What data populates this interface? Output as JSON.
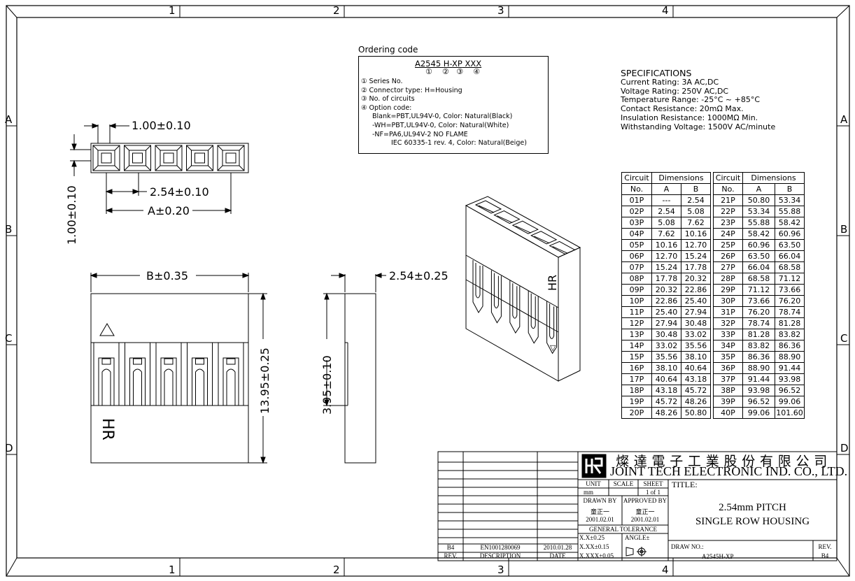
{
  "zones": {
    "columns": [
      "1",
      "2",
      "3",
      "4"
    ],
    "rows": [
      "A",
      "B",
      "C",
      "D"
    ]
  },
  "dimensions": {
    "pin_width": "1.00±0.10",
    "pin_height": "1.00±0.10",
    "pitch": "2.54±0.10",
    "dim_a": "A±0.20",
    "dim_b": "B±0.35",
    "side_width": "2.54±0.25",
    "height": "13.95±0.25",
    "lower_height": "3.95±0.10"
  },
  "housing_marks": {
    "triangle": "△",
    "hr": "HR",
    "hr_3d": "HR",
    "triangle_3d": "▽"
  },
  "ordering": {
    "title": "Ordering code",
    "code_parts": [
      "A2545",
      "H",
      "-",
      "XP",
      "XXX"
    ],
    "markers": [
      "①",
      "②",
      "③",
      "④"
    ],
    "lines": [
      "① Series No.",
      "② Connector type: H=Housing",
      "③ No. of circuits",
      "④ Option code:",
      "Blank=PBT,UL94V-0, Color: Natural(Black)",
      "-WH=PBT,UL94V-0, Color: Natural(White)",
      "-NF=PA6,UL94V-2 NO FLAME",
      "IEC 60335-1 rev. 4, Color: Natural(Beige)"
    ]
  },
  "specifications": {
    "title": "SPECIFICATIONS",
    "lines": [
      "Current Rating: 3A AC,DC",
      "Voltage Rating: 250V AC,DC",
      "Temperature Range: -25°C ~ +85°C",
      "Contact Resistance: 20mΩ Max.",
      "Insulation Resistance: 1000MΩ Min.",
      "Withstanding Voltage: 1500V AC/minute"
    ]
  },
  "dim_table": {
    "header": [
      "Circuit",
      "Dimensions",
      "Circuit",
      "Dimensions"
    ],
    "subheader": [
      "No.",
      "A",
      "B",
      "No.",
      "A",
      "B"
    ],
    "rows": [
      [
        "01P",
        "---",
        "2.54",
        "21P",
        "50.80",
        "53.34"
      ],
      [
        "02P",
        "2.54",
        "5.08",
        "22P",
        "53.34",
        "55.88"
      ],
      [
        "03P",
        "5.08",
        "7.62",
        "23P",
        "55.88",
        "58.42"
      ],
      [
        "04P",
        "7.62",
        "10.16",
        "24P",
        "58.42",
        "60.96"
      ],
      [
        "05P",
        "10.16",
        "12.70",
        "25P",
        "60.96",
        "63.50"
      ],
      [
        "06P",
        "12.70",
        "15.24",
        "26P",
        "63.50",
        "66.04"
      ],
      [
        "07P",
        "15.24",
        "17.78",
        "27P",
        "66.04",
        "68.58"
      ],
      [
        "08P",
        "17.78",
        "20.32",
        "28P",
        "68.58",
        "71.12"
      ],
      [
        "09P",
        "20.32",
        "22.86",
        "29P",
        "71.12",
        "73.66"
      ],
      [
        "10P",
        "22.86",
        "25.40",
        "30P",
        "73.66",
        "76.20"
      ],
      [
        "11P",
        "25.40",
        "27.94",
        "31P",
        "76.20",
        "78.74"
      ],
      [
        "12P",
        "27.94",
        "30.48",
        "32P",
        "78.74",
        "81.28"
      ],
      [
        "13P",
        "30.48",
        "33.02",
        "33P",
        "81.28",
        "83.82"
      ],
      [
        "14P",
        "33.02",
        "35.56",
        "34P",
        "83.82",
        "86.36"
      ],
      [
        "15P",
        "35.56",
        "38.10",
        "35P",
        "86.36",
        "88.90"
      ],
      [
        "16P",
        "38.10",
        "40.64",
        "36P",
        "88.90",
        "91.44"
      ],
      [
        "17P",
        "40.64",
        "43.18",
        "37P",
        "91.44",
        "93.98"
      ],
      [
        "18P",
        "43.18",
        "45.72",
        "38P",
        "93.98",
        "96.52"
      ],
      [
        "19P",
        "45.72",
        "48.26",
        "39P",
        "96.52",
        "99.06"
      ],
      [
        "20P",
        "48.26",
        "50.80",
        "40P",
        "99.06",
        "101.60"
      ]
    ]
  },
  "title_block": {
    "company_cn": "燦 達 電 子 工 業 股 份 有 限 公 司",
    "company_en": "JOINT TECH ELECTRONIC IND. CO., LTD.",
    "unit_label": "UNIT",
    "unit": "mm",
    "scale_label": "SCALE",
    "sheet_label": "SHEET",
    "sheet": "1 of 1",
    "drawn_label": "DRAWN BY",
    "drawn_name": "童正一",
    "drawn_date": "2001.02.01",
    "approved_label": "APPROVED BY",
    "approved_name": "童正一",
    "approved_date": "2001.02.01",
    "tolerance_label": "GENERAL TOLERANCE",
    "tol_lines": [
      "X.X±0.25",
      "X.XX±0.15",
      "X.XXX±0.05"
    ],
    "angle_label": "ANGLE±",
    "title_label": "TITLE:",
    "title_lines": [
      "2.54mm PITCH",
      "SINGLE ROW HOUSING"
    ],
    "draw_no_label": "DRAW NO.:",
    "draw_no": "A2545H-XP",
    "rev_label": "REV.",
    "rev": "B4",
    "revision_row": {
      "rev": "B4",
      "desc": "EN1001280069",
      "date": "2010.01.28"
    },
    "rev_header": {
      "rev": "REV.",
      "desc": "DESCRIPTION",
      "date": "DATE"
    }
  }
}
